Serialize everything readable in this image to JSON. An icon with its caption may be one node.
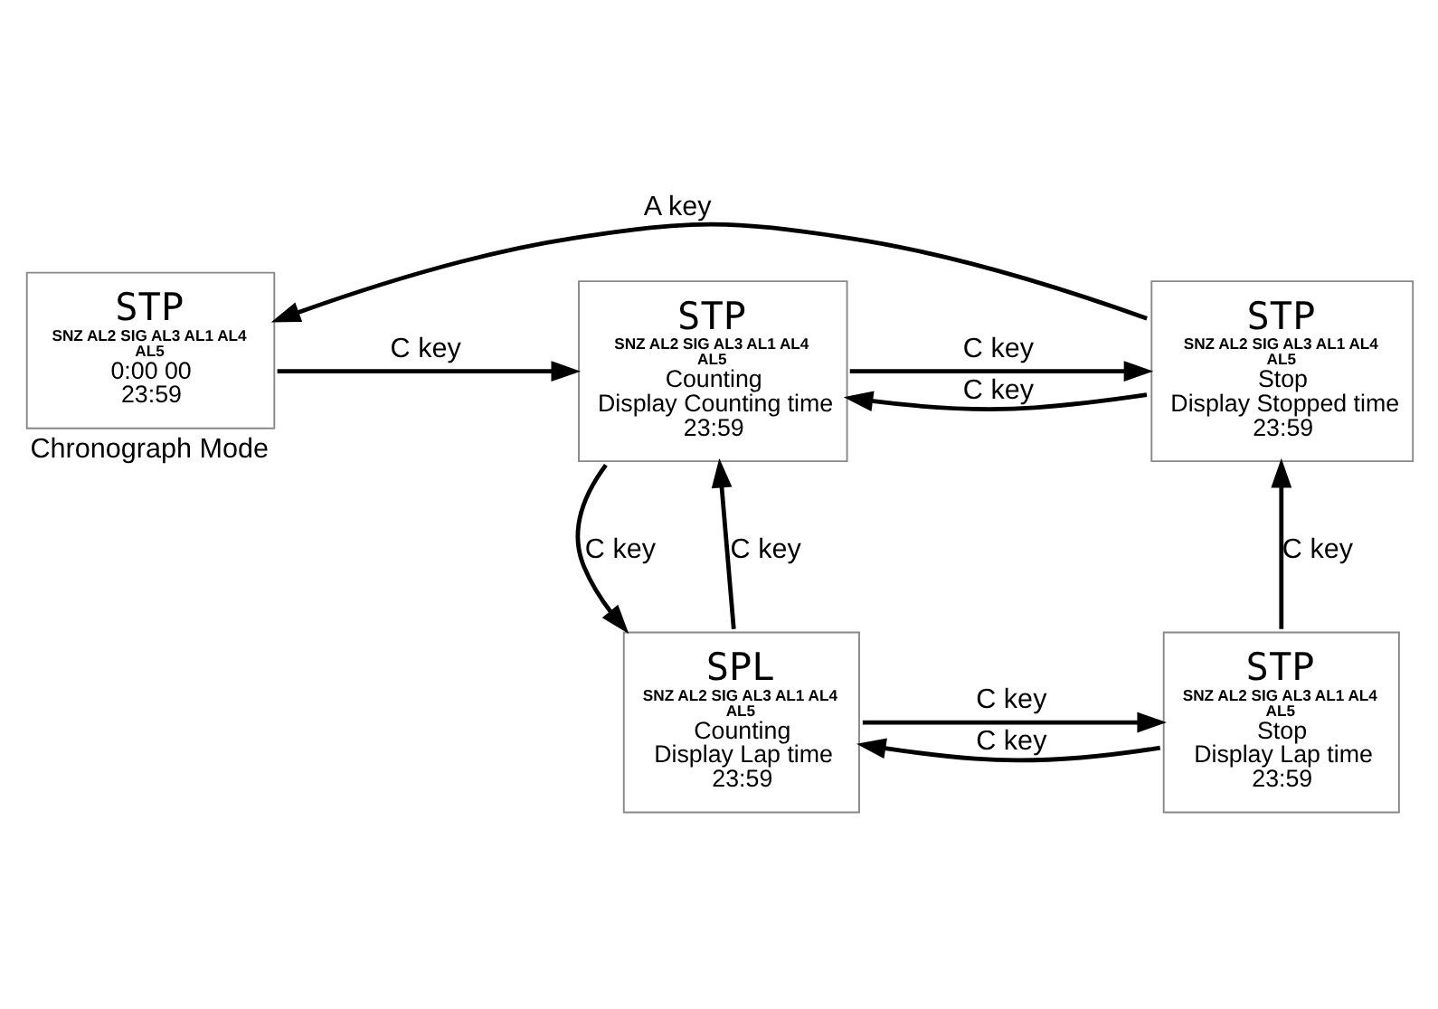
{
  "diagram": {
    "nodes": [
      {
        "text": [
          "STP",
          "SNZ AL2 SIG AL3 AL1 AL4",
          "AL5",
          "0:00 00",
          "23:59"
        ],
        "beside": [
          "Chronograph Mode"
        ]
      },
      {
        "text": [
          "STP",
          "SNZ AL2 SIG AL3 AL1 AL4",
          "AL5",
          "Counting",
          "Display Counting time",
          "23:59"
        ]
      },
      {
        "text": [
          "STP",
          "SNZ AL2 SIG AL3 AL1 AL4",
          "AL5",
          "Stop",
          "Display Stopped time",
          "23:59"
        ]
      },
      {
        "text": [
          "SPL",
          "SNZ AL2 SIG AL3 AL1 AL4",
          "AL5",
          "Counting",
          "Display Lap time",
          "23:59"
        ]
      },
      {
        "text": [
          "STP",
          "SNZ AL2 SIG AL3 AL1 AL4",
          "AL5",
          "Stop",
          "Display Lap time",
          "23:59"
        ]
      }
    ],
    "edges": [
      {
        "from": 2,
        "to": 0,
        "arrow": "to",
        "label": "A key"
      },
      {
        "from": 0,
        "to": 1,
        "arrow": "to",
        "label": "C key"
      },
      {
        "from": 1,
        "to": 2,
        "arrow": "to",
        "label": "C key"
      },
      {
        "from": 2,
        "to": 1,
        "arrow": "to",
        "label": "C key"
      },
      {
        "from": 1,
        "to": 3,
        "arrow": "to",
        "label": "C key"
      },
      {
        "from": 3,
        "to": 1,
        "arrow": "to",
        "label": "C key"
      },
      {
        "from": 3,
        "to": 4,
        "arrow": "to",
        "label": "C key"
      },
      {
        "from": 4,
        "to": 3,
        "arrow": "to",
        "label": "C key"
      },
      {
        "from": 4,
        "to": 2,
        "arrow": "to",
        "label": "C key"
      }
    ]
  }
}
